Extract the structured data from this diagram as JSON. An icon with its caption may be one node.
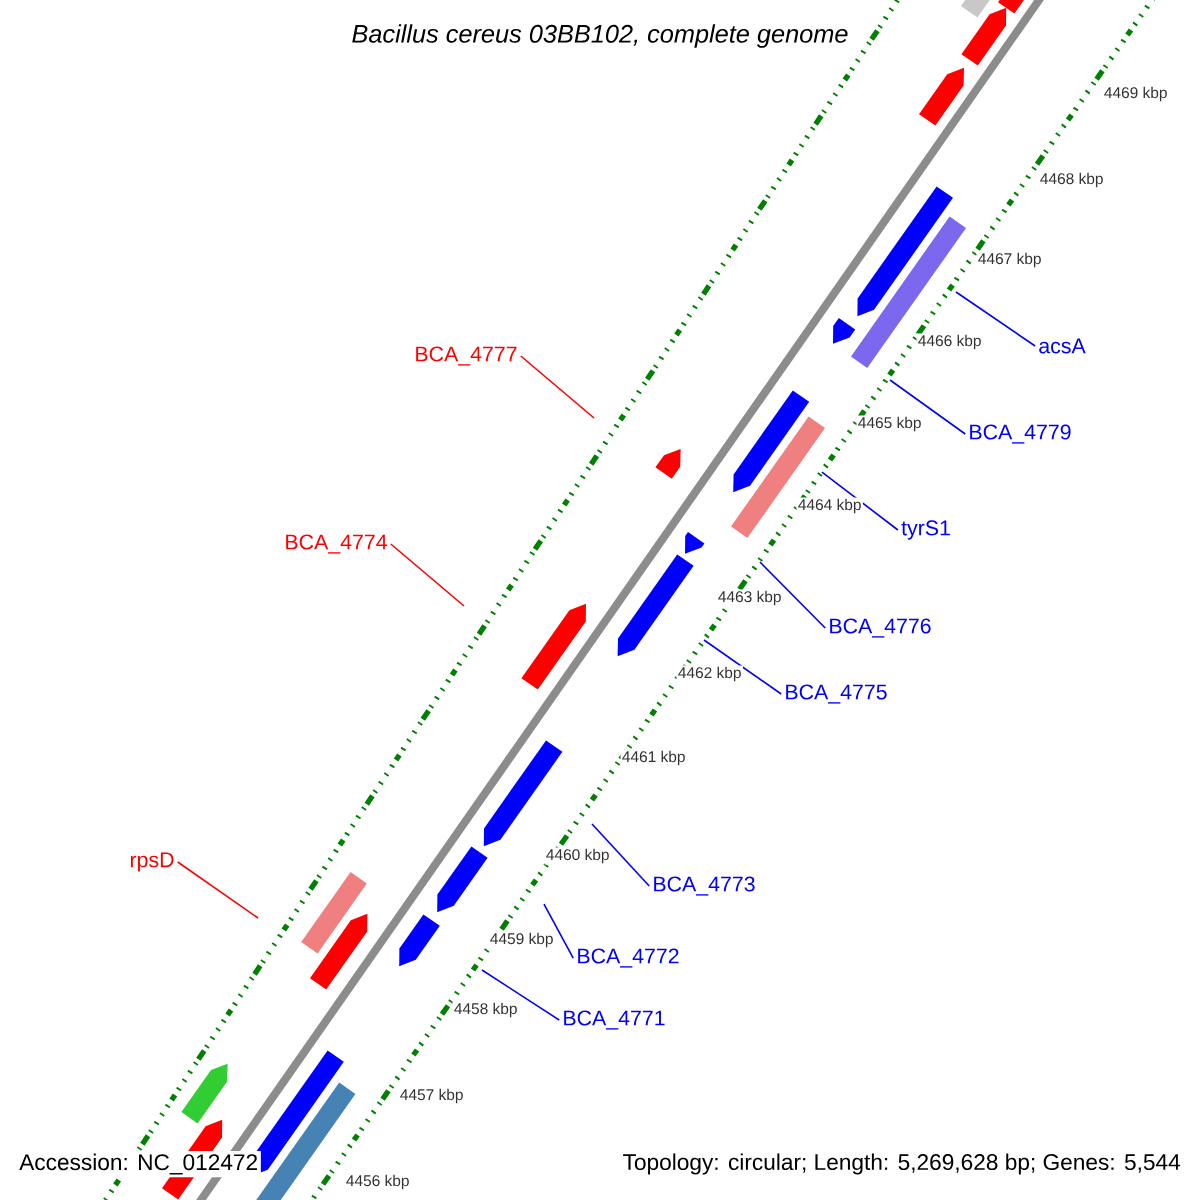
{
  "diagram": {
    "title": "Bacillus cereus 03BB102, complete genome",
    "nodes": [
      {
        "text": [
          "BCA_4777"
        ]
      },
      {
        "text": [
          "BCA_4774"
        ]
      },
      {
        "text": [
          "rpsD"
        ]
      },
      {
        "text": [
          "acsA"
        ]
      },
      {
        "text": [
          "BCA_4779"
        ]
      },
      {
        "text": [
          "tyrS1"
        ]
      },
      {
        "text": [
          "BCA_4776"
        ]
      },
      {
        "text": [
          "BCA_4775"
        ]
      },
      {
        "text": [
          "BCA_4773"
        ]
      },
      {
        "text": [
          "BCA_4772"
        ]
      },
      {
        "text": [
          "BCA_4771"
        ]
      }
    ],
    "edges": [
      {
        "from": 0,
        "to": null,
        "arrow": "none",
        "color": "#ff0000"
      },
      {
        "from": 1,
        "to": null,
        "arrow": "none",
        "color": "#ff0000"
      },
      {
        "from": 2,
        "to": null,
        "arrow": "none",
        "color": "#ff0000"
      },
      {
        "from": 3,
        "to": null,
        "arrow": "none"
      },
      {
        "from": 4,
        "to": null,
        "arrow": "none"
      },
      {
        "from": 5,
        "to": null,
        "arrow": "none"
      },
      {
        "from": 6,
        "to": null,
        "arrow": "none"
      },
      {
        "from": 7,
        "to": null,
        "arrow": "none"
      },
      {
        "from": 8,
        "to": null,
        "arrow": "none"
      },
      {
        "from": 9,
        "to": null,
        "arrow": "none"
      },
      {
        "from": 10,
        "to": null,
        "arrow": "none"
      }
    ],
    "labels": [
      "4469 kbp",
      "4468 kbp",
      "4467 kbp",
      "4466 kbp",
      "4465 kbp",
      "4464 kbp",
      "4463 kbp",
      "4462 kbp",
      "4461 kbp",
      "4460 kbp",
      "4459 kbp",
      "4458 kbp",
      "4457 kbp",
      "4456 kbp",
      "Accession: NC_012472",
      "Topology: circular; Length: 5,269,628 bp; Genes: 5,544"
    ]
  }
}
